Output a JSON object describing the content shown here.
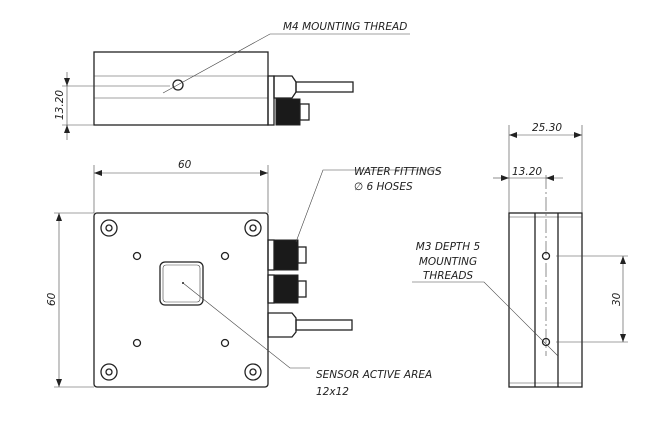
{
  "labels": {
    "m4_thread": "M4 MOUNTING THREAD",
    "water_fittings_line1": "WATER FITTINGS",
    "water_fittings_line2": "∅ 6 HOSES",
    "m3_line1": "M3 DEPTH 5",
    "m3_line2": "MOUNTING",
    "m3_line3": "THREADS",
    "sensor_line1": "SENSOR ACTIVE AREA",
    "sensor_line2": "12x12"
  },
  "dimensions": {
    "top_height": "13.20",
    "front_width": "60",
    "front_height": "60",
    "side_width": "25.30",
    "side_offset": "13.20",
    "side_hole_spacing": "30"
  }
}
